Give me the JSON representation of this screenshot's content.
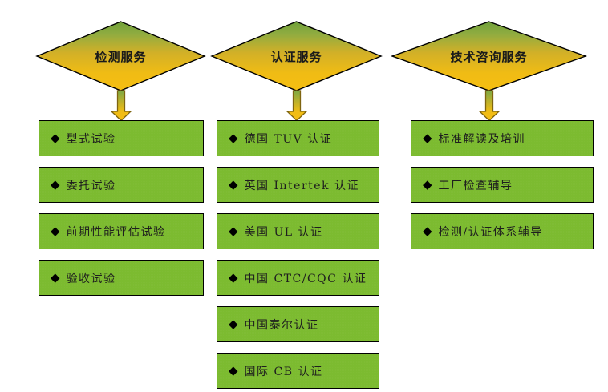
{
  "diagram": {
    "title": "Service Categories Flow Chart",
    "type": "three-column-flowchart",
    "colors": {
      "diamond_gradient_top": "#7FA93C",
      "diamond_gradient_bottom": "#F5BE12",
      "box_pattern_green": "#7CBB30",
      "box_background": "#FFFFFF",
      "box_border": "#000000",
      "arrow_gradient_top": "#8BAE4C",
      "arrow_gradient_bottom": "#F5BE12",
      "arrow_outline": "#8A6A12",
      "text": "#1E1E1E"
    },
    "columns": [
      {
        "id": "testing-services",
        "header": "检测服务",
        "bullet_glyph": "◆",
        "items": [
          {
            "label": "型式试验"
          },
          {
            "label": "委托试验"
          },
          {
            "label": "前期性能评估试验"
          },
          {
            "label": "验收试验"
          }
        ]
      },
      {
        "id": "certification-services",
        "header": "认证服务",
        "bullet_glyph": "◆",
        "items": [
          {
            "label": "德国 TUV 认证"
          },
          {
            "label": "英国 Intertek 认证"
          },
          {
            "label": "美国 UL 认证"
          },
          {
            "label": "中国 CTC/CQC 认证"
          },
          {
            "label": "中国泰尔认证"
          },
          {
            "label": "国际 CB 认证"
          }
        ]
      },
      {
        "id": "technical-consulting-services",
        "header": "技术咨询服务",
        "bullet_glyph": "◆",
        "items": [
          {
            "label": "标准解读及培训"
          },
          {
            "label": "工厂检查辅导"
          },
          {
            "label": "检测/认证体系辅导"
          }
        ]
      }
    ]
  }
}
